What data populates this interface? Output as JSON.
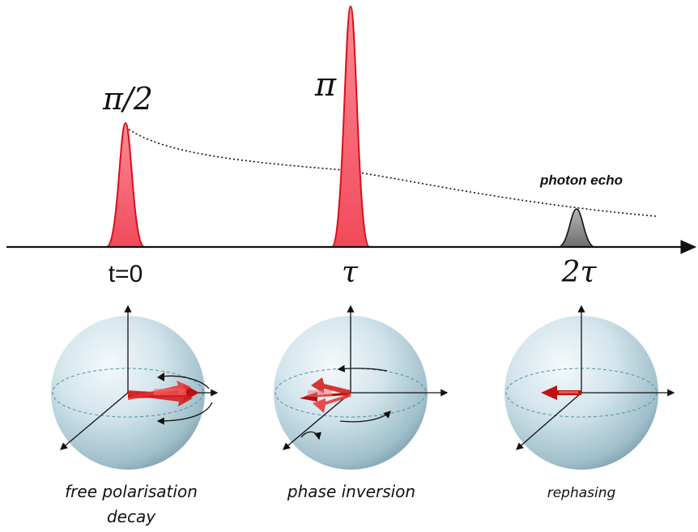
{
  "pulses": {
    "first_label": "π/2",
    "second_label": "π",
    "echo_label": "photon echo"
  },
  "time_axis": {
    "t0": "t=0",
    "tau": "τ",
    "two_tau": "2τ"
  },
  "stages": [
    {
      "caption_line1": "free polarisation",
      "caption_line2": "decay"
    },
    {
      "caption_line1": "phase inversion",
      "caption_line2": ""
    },
    {
      "caption_line1": "rephasing",
      "caption_line2": ""
    }
  ],
  "colors": {
    "pulse_fill": "#f06070",
    "pulse_stroke": "#d8101c",
    "echo_fill": "#8a8a8a",
    "arrow_red": "#c01010",
    "sphere_base": "#c8dde6"
  }
}
